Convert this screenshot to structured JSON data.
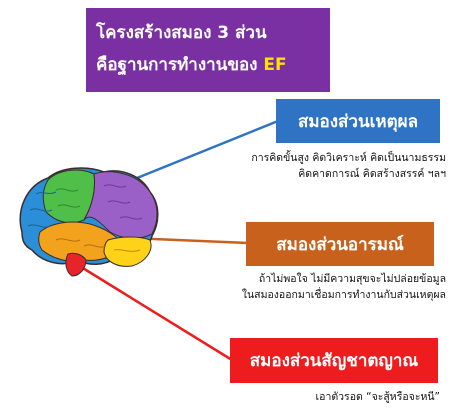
{
  "title": {
    "line1": "โครงสร้างสมอง 3 ส่วน",
    "line2_prefix": "คือฐานการทำงานของ ",
    "line2_highlight": "EF"
  },
  "sections": {
    "logic": {
      "label": "สมองส่วนเหตุผล",
      "desc1": "การคิดขั้นสูง คิดวิเคราะห์ คิดเป็นนามธรรม",
      "desc2": "คิดคาดการณ์ คิดสร้างสรรค์ ฯลฯ"
    },
    "emotion": {
      "label": "สมองส่วนอารมณ์",
      "desc1": "ถ้าไม่พอใจ ไม่มีความสุขจะไม่ปล่อยข้อมูล",
      "desc2": "ในสมองออกมาเชื่อมการทำงานกับส่วนเหตุผล"
    },
    "instinct": {
      "label": "สมองส่วนสัญชาตญาณ",
      "desc1": "เอาตัวรอด “จะสู้หรือจะหนี”"
    }
  },
  "colors": {
    "title_bg": "#7a2fa3",
    "logic": "#2e73c4",
    "emotion": "#c8611c",
    "instinct": "#ee1c1c",
    "highlight": "#ffe000"
  }
}
